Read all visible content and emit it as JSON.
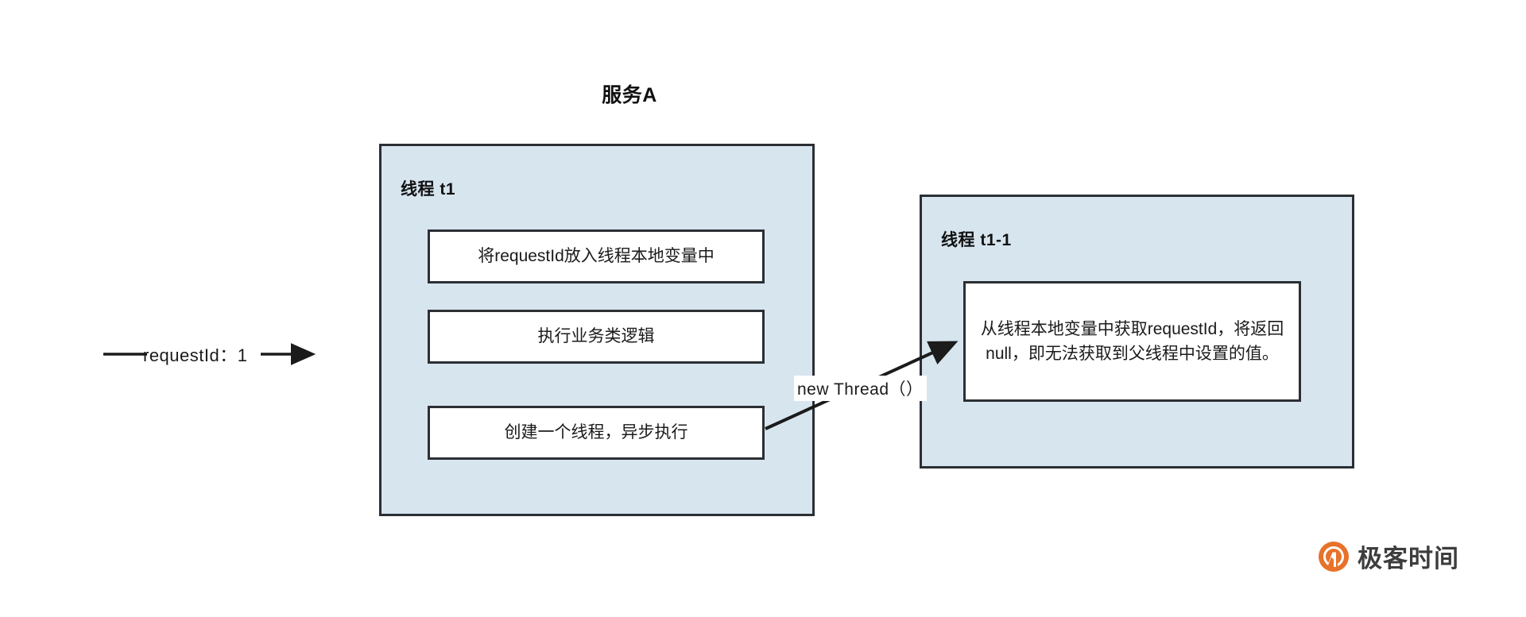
{
  "diagram": {
    "title": "服务A",
    "inbound": {
      "label": "requestId：1",
      "arrow_icon": "arrow-right-icon"
    },
    "edge_label": "new Thread（）",
    "threads": [
      {
        "id": "t1",
        "label": "线程 t1",
        "steps": [
          {
            "id": "step-1",
            "text": "将requestId放入线程本地变量中"
          },
          {
            "id": "step-2",
            "text": "执行业务类逻辑"
          },
          {
            "id": "step-3",
            "text": "创建一个线程，异步执行"
          }
        ]
      },
      {
        "id": "t1-1",
        "label": "线程 t1-1",
        "steps": [
          {
            "id": "result-box",
            "text": "从线程本地变量中获取requestId，将返回null，即无法获取到父线程中设置的值。"
          }
        ]
      }
    ],
    "colors": {
      "container_fill": "#d7e5ef",
      "container_stroke": "#2b2f33",
      "box_fill": "#ffffff",
      "text": "#1b1b1b",
      "logo_orange": "#e8722a",
      "logo_text": "#3d3d3d"
    }
  },
  "watermark": {
    "text": "极客时间",
    "mark": "geektime-logo-icon"
  }
}
